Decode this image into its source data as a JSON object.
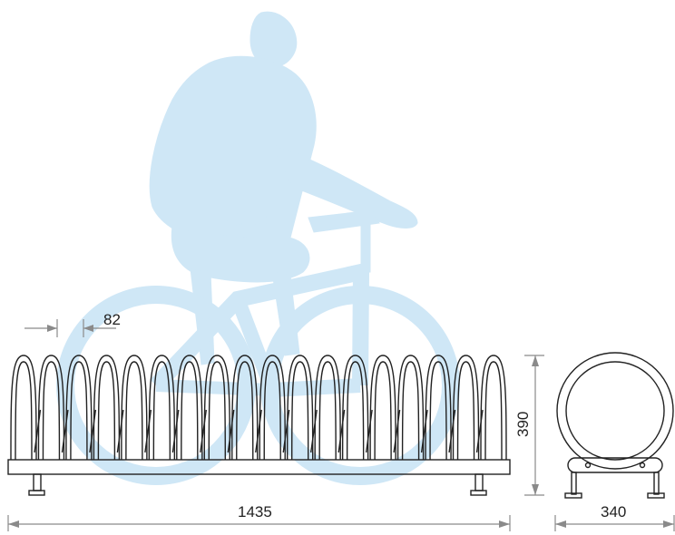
{
  "dimensions": {
    "spacing": "82",
    "length": "1435",
    "height": "390",
    "depth": "340"
  },
  "colors": {
    "silhouette": "#cfe7f6",
    "line": "#222222",
    "dimension": "#8a8a8a"
  },
  "loops_count": 18
}
